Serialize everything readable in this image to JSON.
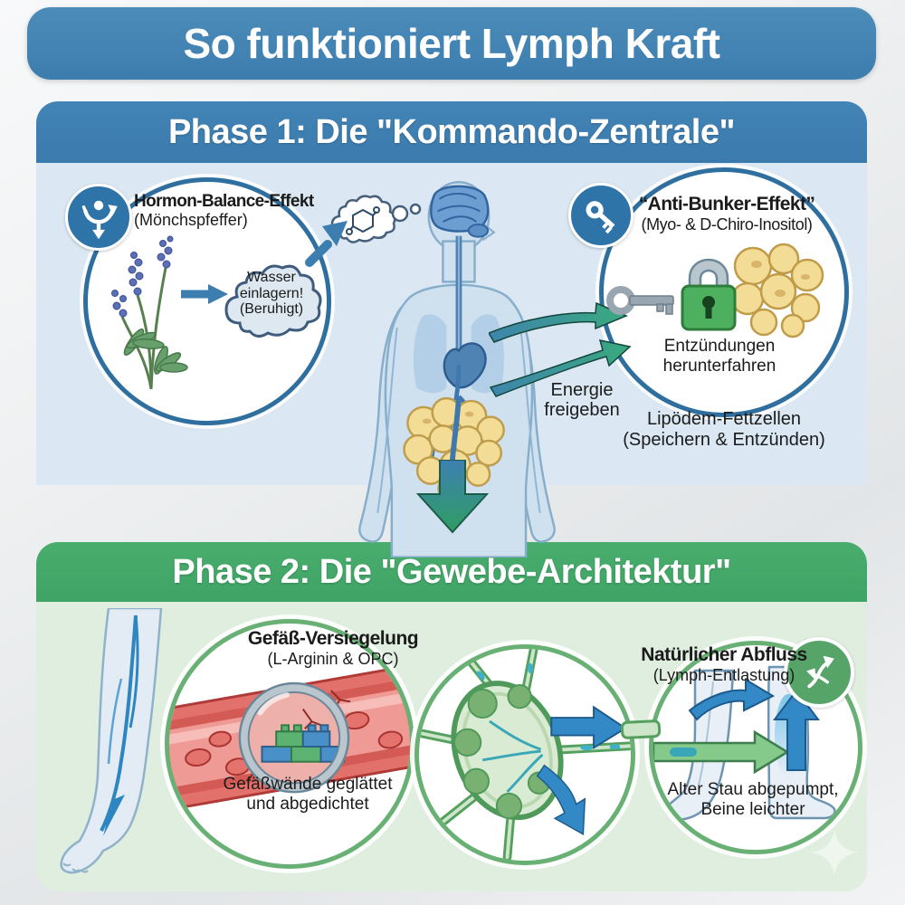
{
  "banner": {
    "title": "So funktioniert Lymph Kraft"
  },
  "phase1": {
    "header": "Phase 1: Die \"Kommando-Zentrale\"",
    "hormone_circle": {
      "badge_icon": "hormone-balance-icon",
      "title": "Hormon-Balance-Effekt",
      "subtitle": "(Mönchspfeffer)",
      "plant_illustration": "chaste-tree-plant",
      "thought_bubble": "Wasser\neinlagern!\n(Beruhigt)"
    },
    "anti_bunker_circle": {
      "badge_icon": "key-icon",
      "title": "“Anti-Bunker-Effekt”",
      "subtitle": "(Myo- & D-Chiro-Inositol)",
      "illustration": "key-padlock-fat-cells",
      "result_text": "Entzündungen\nherunterfahren",
      "caption": "Lipödem-Fettzellen\n(Speichern & Entzünden)"
    },
    "body_illustration": "human-body-brain-heart-fat",
    "energy_label": "Energie\nfreigeben"
  },
  "phase2": {
    "header": "Phase 2: Die \"Gewebe-Architektur\"",
    "leg_illustration": "leg-with-veins",
    "vessel_circle": {
      "title": "Gefäß-Versiegelung",
      "subtitle": "(L-Arginin & OPC)",
      "illustration": "blood-vessel-magnifier-bricks",
      "caption": "Gefäßwände geglättet\nund abgedichtet"
    },
    "node_circle": {
      "illustration": "lymph-node-drainage-arrows"
    },
    "drain_circle": {
      "badge_icon": "lymph-flow-icon",
      "title": "Natürlicher Abfluss",
      "subtitle": "(Lymph-Entlastung)",
      "illustration": "legs-drainage-arrows",
      "caption": "Alter Stau abgepumpt,\nBeine leichter"
    }
  },
  "colors": {
    "banner_blue": "#4384b5",
    "phase1_header_blue": "#3d7eb0",
    "phase1_body_blue": "#dbe8f3",
    "phase2_header_green": "#45aa6b",
    "phase2_body_green": "#dfeede",
    "circle_border_blue": "#2f6f9f",
    "circle_border_green": "#69b075",
    "arrow_teal": "#3f9d82",
    "flow_blue": "#3388c6",
    "fat_yellow": "#f3dd96",
    "lock_green": "#4db05e",
    "vessel_red": "#e2716c"
  }
}
